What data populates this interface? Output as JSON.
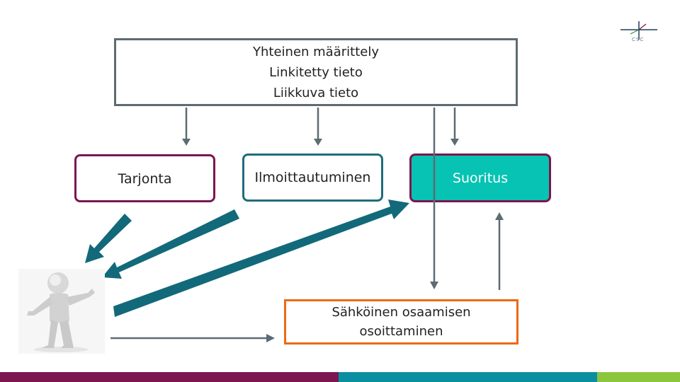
{
  "top_box": {
    "lines": [
      "Yhteinen määrittely",
      "Linkitetty tieto",
      "Liikkuva tieto"
    ]
  },
  "boxes": {
    "tarjonta": "Tarjonta",
    "ilmoittautuminen": "Ilmoittautuminen",
    "suoritus": "Suoritus",
    "sahkoinen": [
      "Sähköinen osaamisen",
      "osoittaminen"
    ]
  },
  "logo": {
    "text": "CSC",
    "icon": "csc-cross-logo"
  },
  "figure": {
    "icon": "3d-person-figure"
  },
  "colors": {
    "teal_arrow": "#12697a",
    "gray_arrow": "#5e6b72",
    "suoritus_fill": "#06c3b3",
    "maroon_border": "#7b1650",
    "orange_border": "#ec6a17",
    "bar_maroon": "#7b1650",
    "bar_teal": "#0b8fa0",
    "bar_green": "#8cc63f"
  }
}
